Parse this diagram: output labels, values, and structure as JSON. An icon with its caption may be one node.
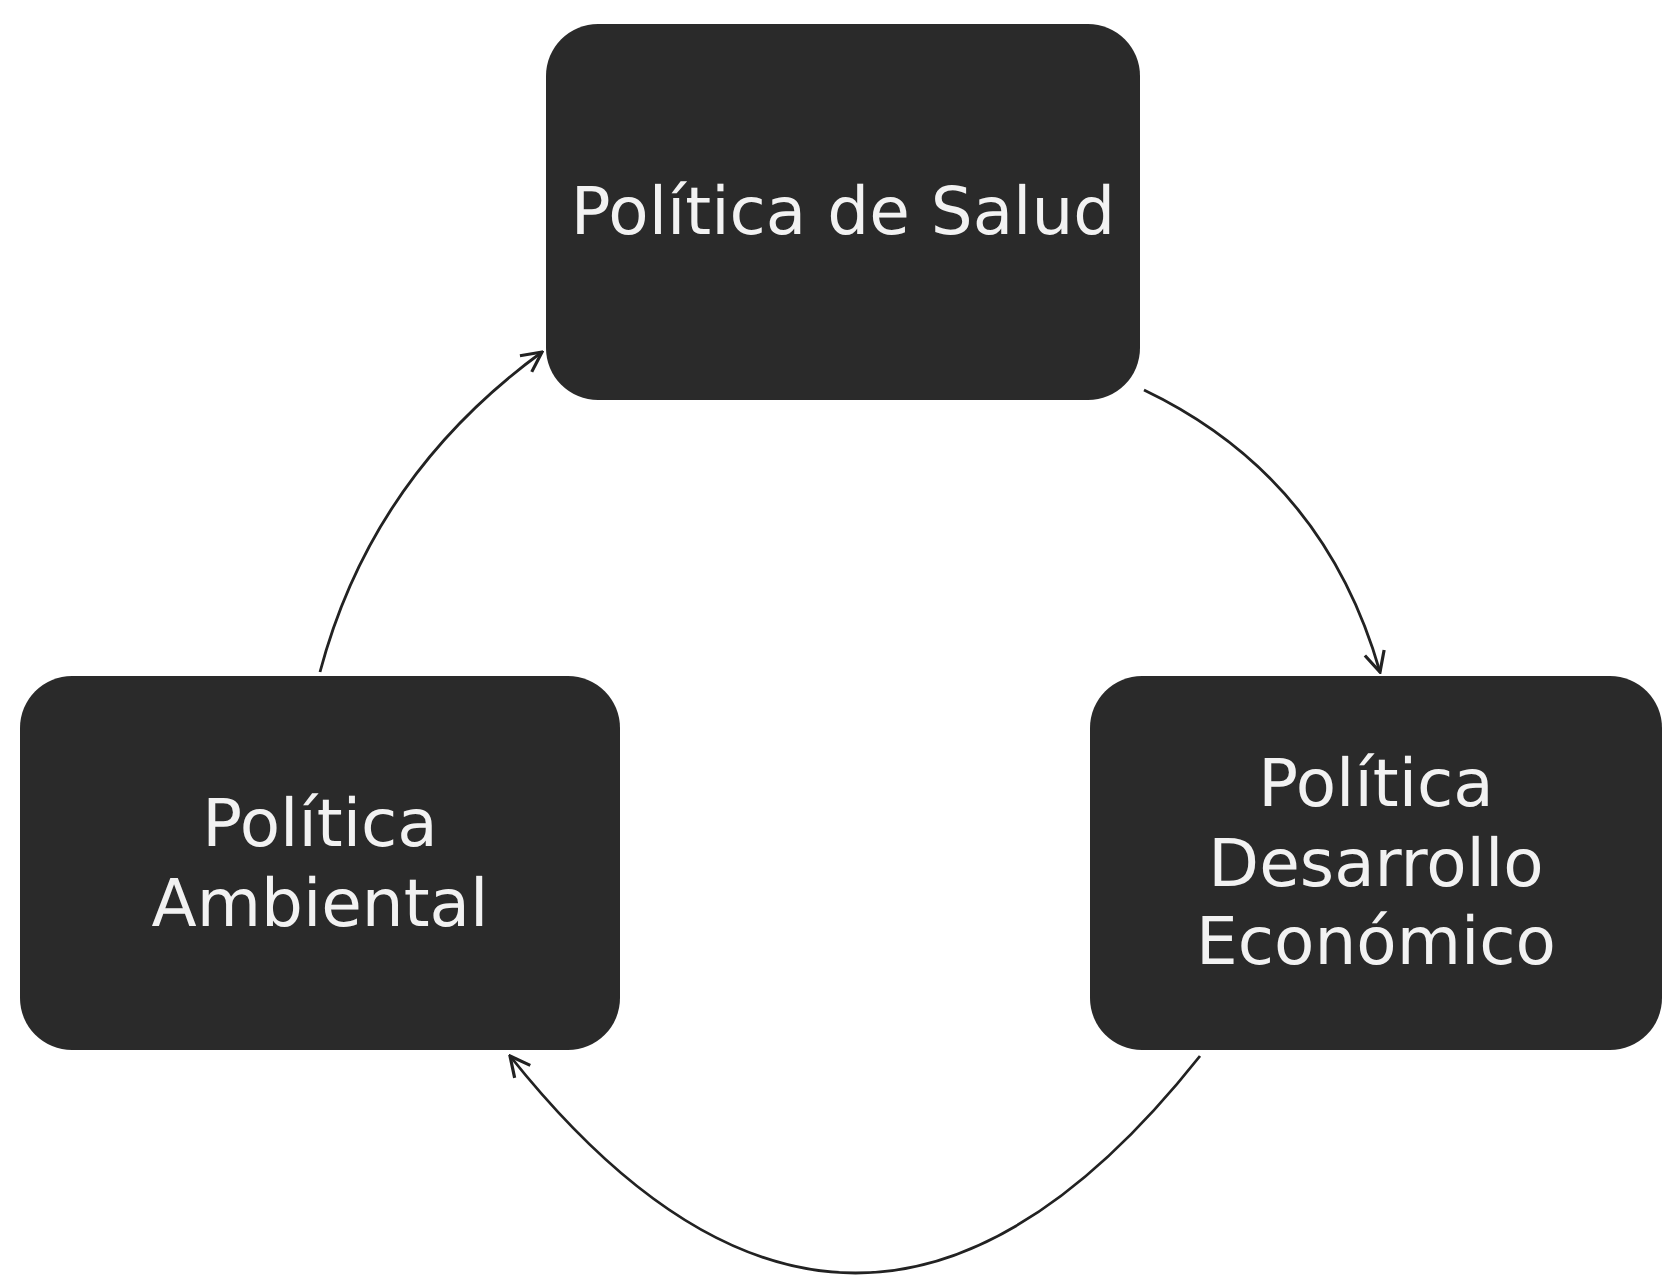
{
  "diagram": {
    "nodes": [
      {
        "text": [
          "Política de Salud"
        ]
      },
      {
        "text": [
          "Política Desarrollo Económico"
        ]
      },
      {
        "text": [
          "Política Ambiental"
        ]
      }
    ],
    "edges": [
      {
        "from": 0,
        "to": 1,
        "arrow": "to"
      },
      {
        "from": 1,
        "to": 2,
        "arrow": "to"
      },
      {
        "from": 2,
        "to": 0,
        "arrow": "to"
      }
    ]
  }
}
